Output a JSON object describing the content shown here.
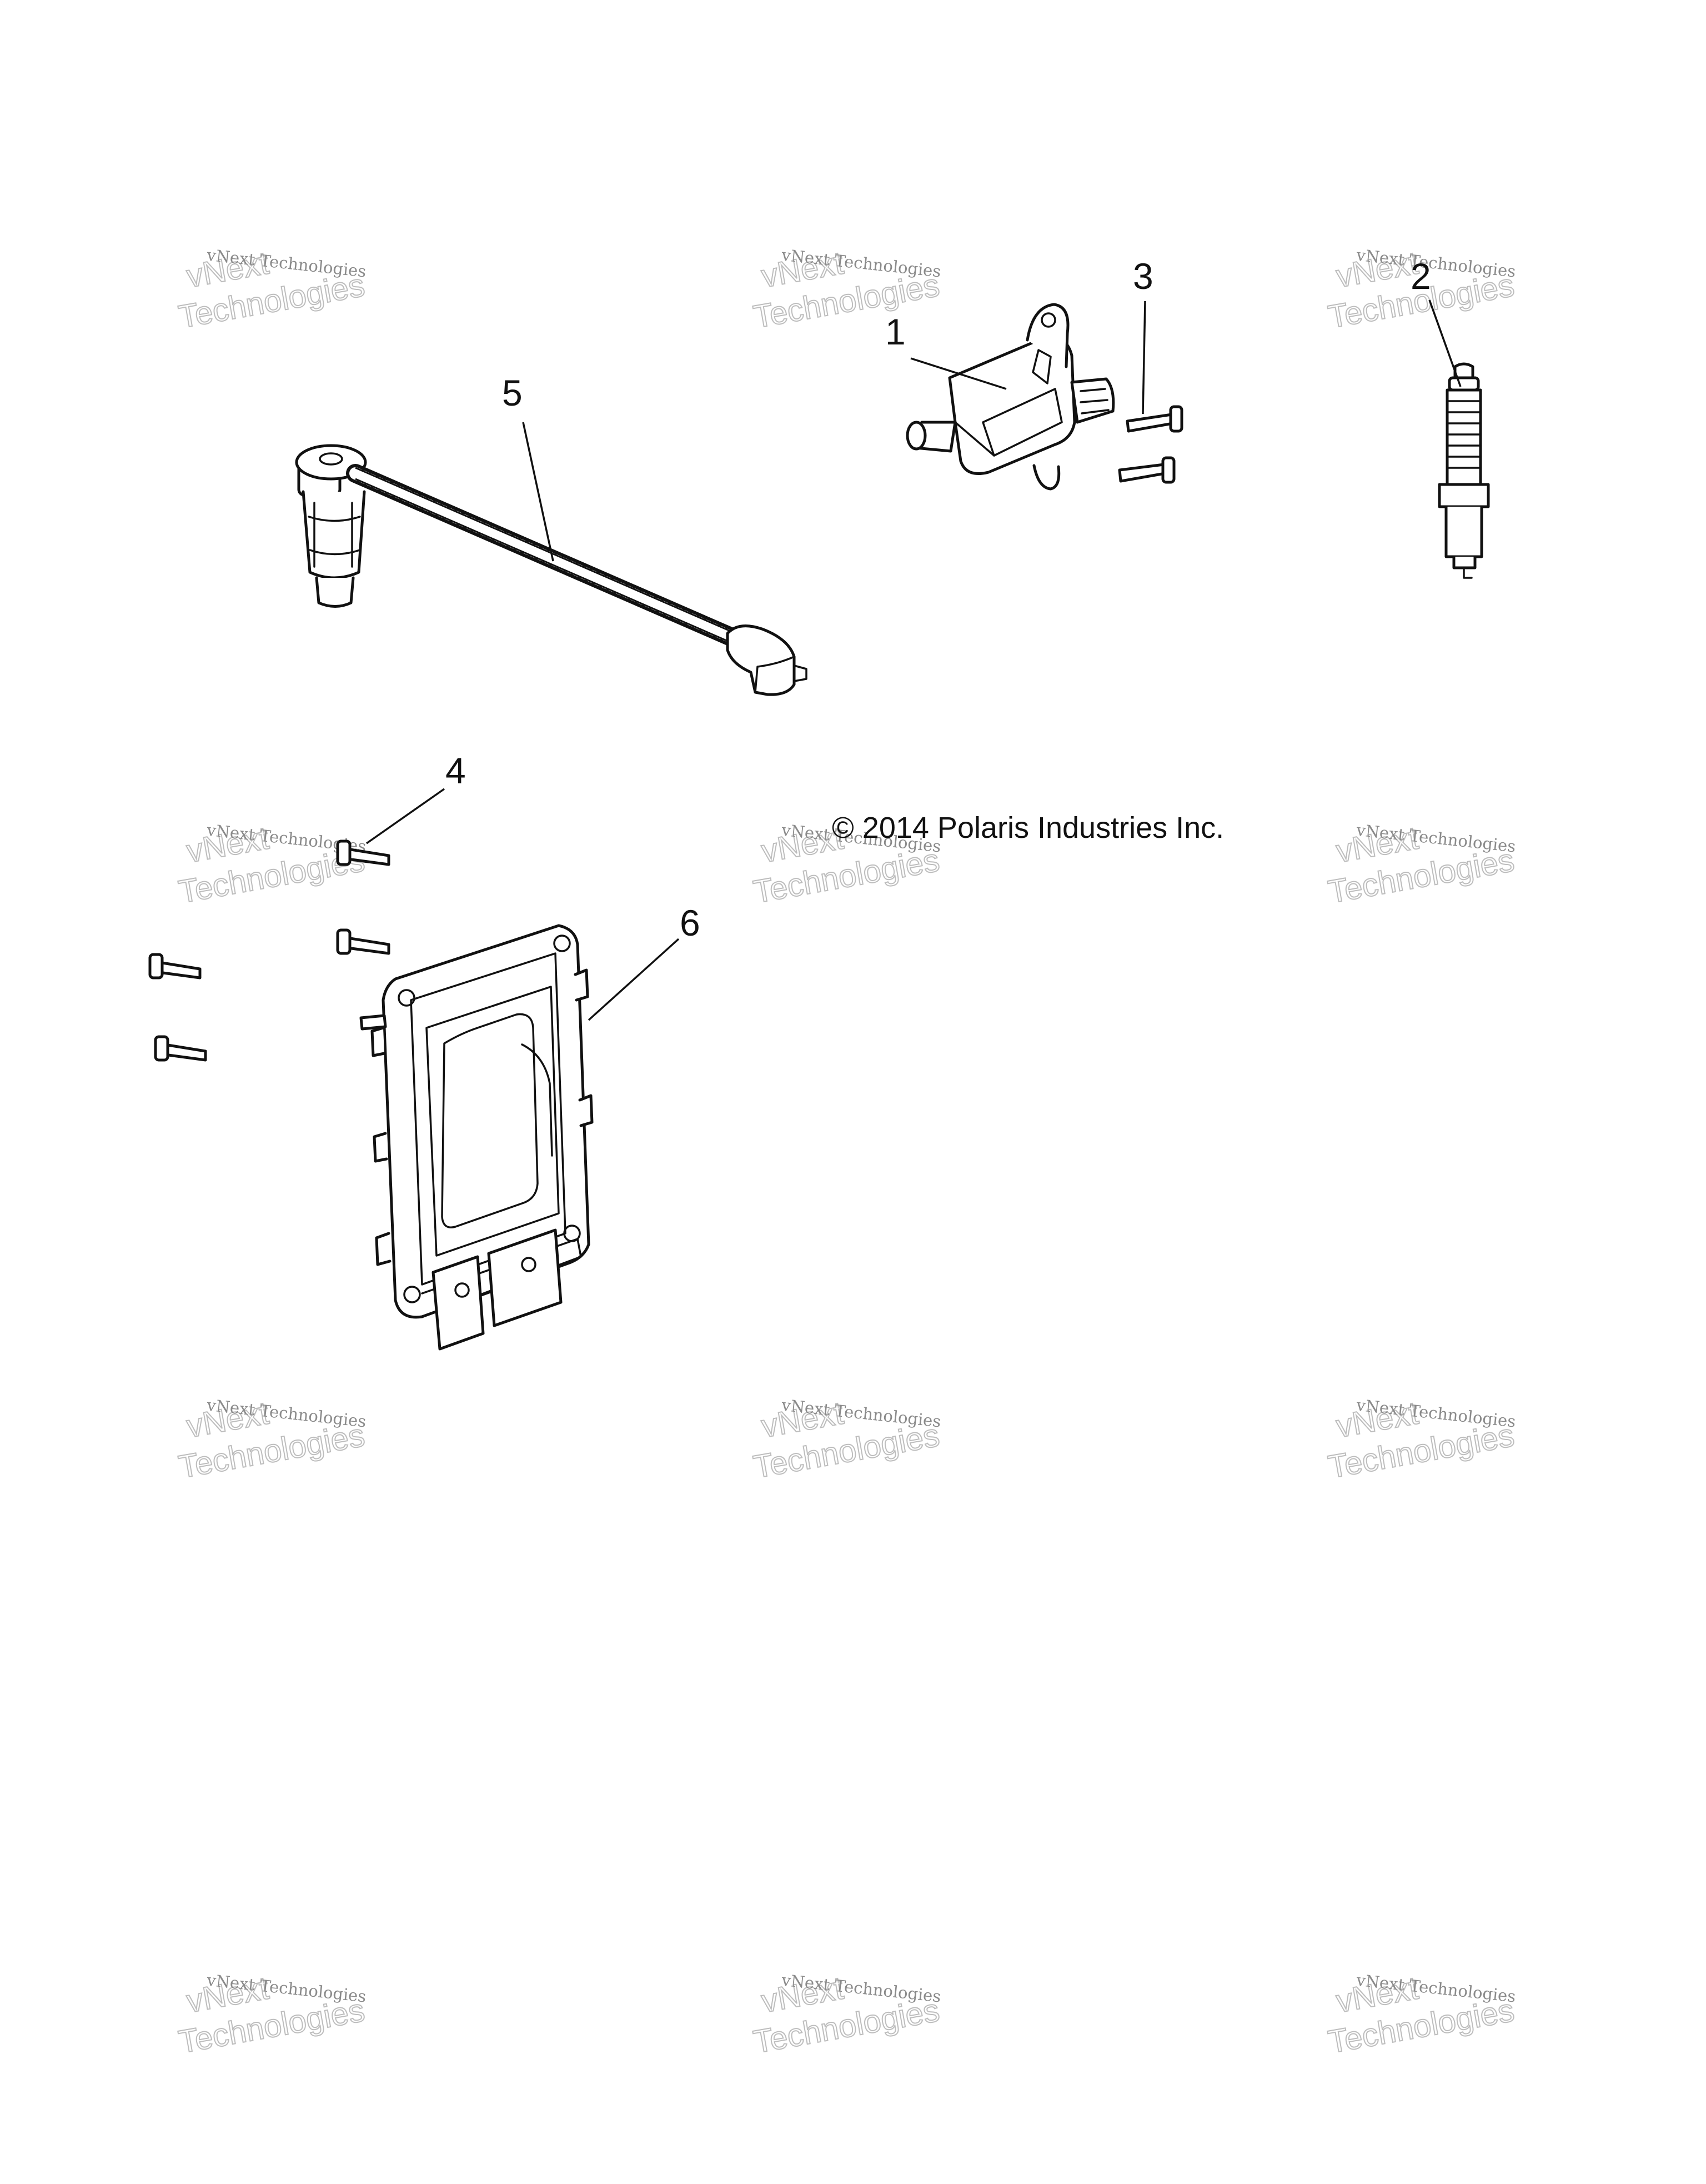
{
  "copyright": "© 2014 Polaris Industries Inc.",
  "watermark": {
    "small": "vNext Technologies",
    "big_top": "vNext",
    "big_bottom": "Technologies"
  },
  "callouts": [
    {
      "id": "1",
      "label": "1",
      "part": "ignition-coil"
    },
    {
      "id": "2",
      "label": "2",
      "part": "spark-plug"
    },
    {
      "id": "3",
      "label": "3",
      "part": "coil-screws"
    },
    {
      "id": "4",
      "label": "4",
      "part": "ecu-screws"
    },
    {
      "id": "5",
      "label": "5",
      "part": "spark-plug-wire"
    },
    {
      "id": "6",
      "label": "6",
      "part": "ecu-module"
    }
  ]
}
